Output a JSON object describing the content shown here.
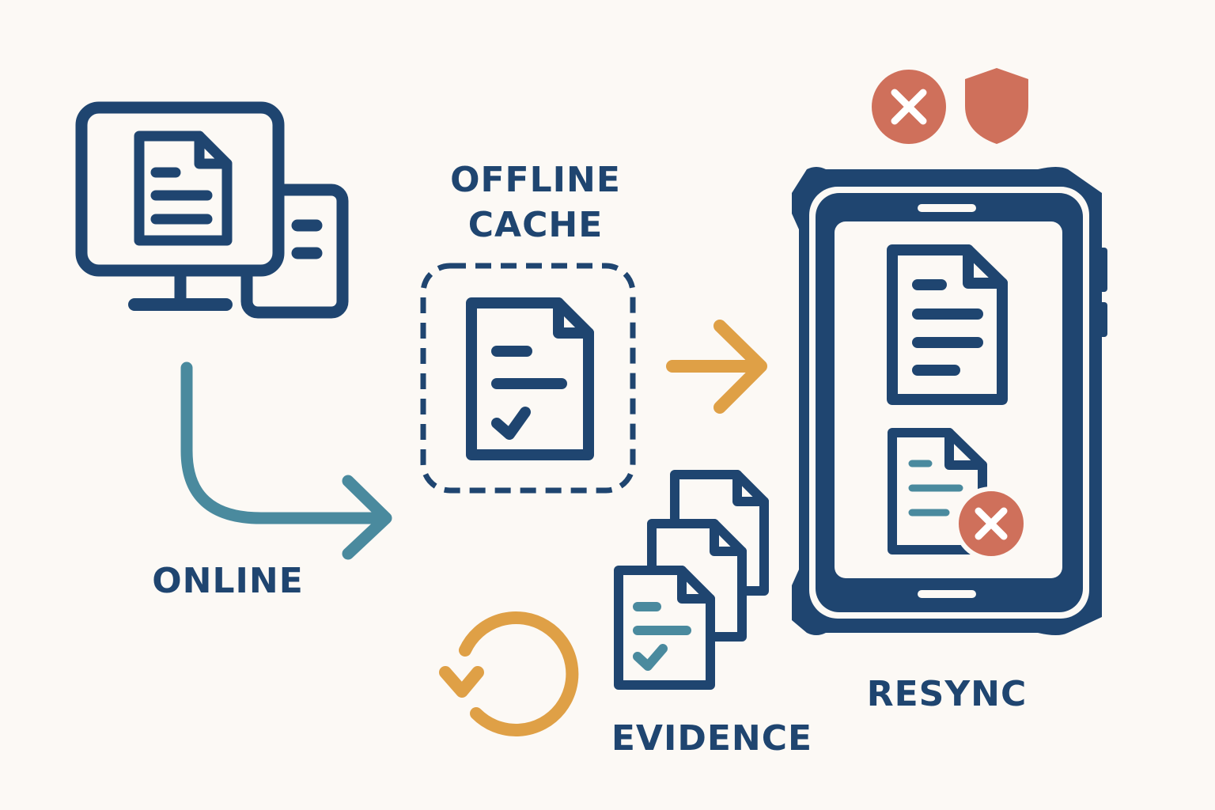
{
  "labels": {
    "online": "ONLINE",
    "offline_cache_line1": "OFFLINE",
    "offline_cache_line2": "CACHE",
    "evidence": "EVIDENCE",
    "resync": "RESYNC"
  },
  "colors": {
    "background": "#fcf9f5",
    "navy": "#1f4570",
    "teal": "#4a8a9e",
    "orange": "#dfa046",
    "coral": "#cf705b",
    "white": "#ffffff"
  },
  "icons": [
    "desktop-monitor-icon",
    "server-tower-icon",
    "document-icon",
    "cached-document-check-icon",
    "curved-arrow-icon",
    "right-arrow-icon",
    "evidence-documents-icon",
    "sync-refresh-icon",
    "rugged-tablet-icon",
    "error-x-icon",
    "shield-icon"
  ]
}
